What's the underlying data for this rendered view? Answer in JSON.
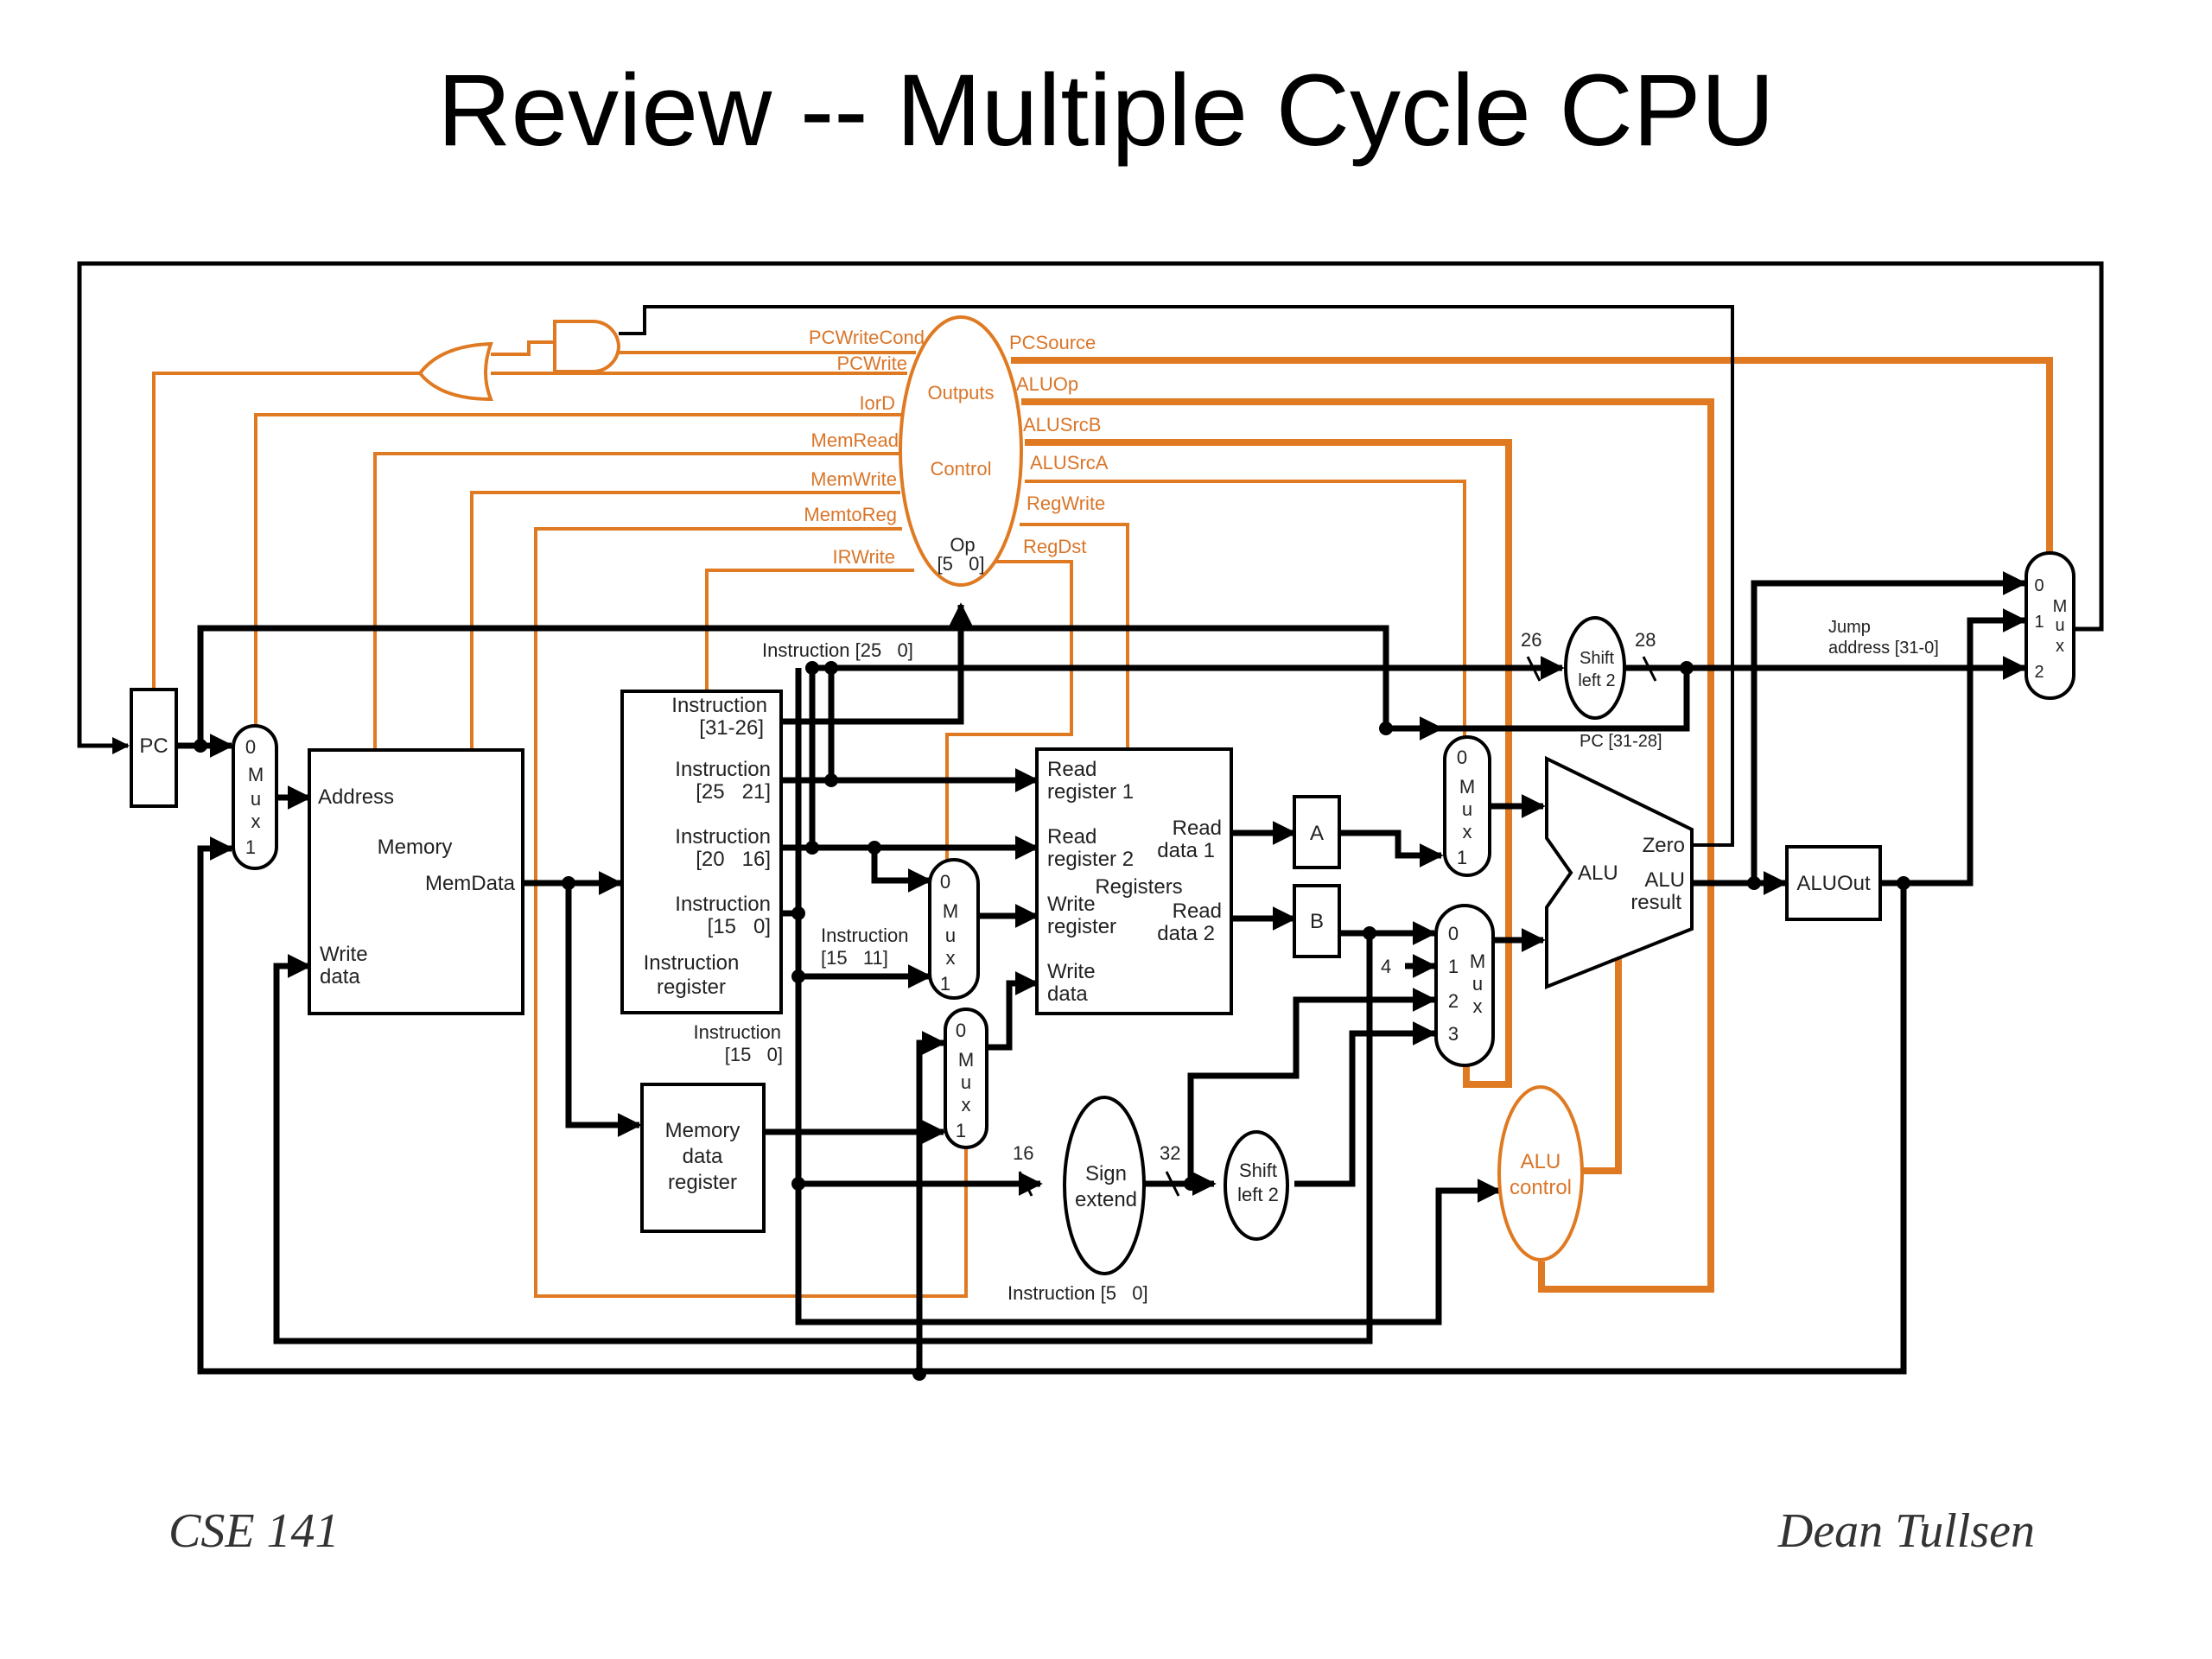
{
  "slide": {
    "title": "Review -- Multiple Cycle CPU",
    "footer_left": "CSE 141",
    "footer_right": "Dean Tullsen"
  },
  "colors": {
    "datapath": "#000000",
    "control": "#e07a22",
    "control_text": "#d9762a"
  },
  "control_unit": {
    "label_top": "Outputs",
    "label_mid": "Control",
    "op_label": "Op",
    "op_bits": "[5   0]",
    "left_signals": [
      "PCWriteCond",
      "PCWrite",
      "IorD",
      "MemRead",
      "MemWrite",
      "MemtoReg",
      "IRWrite"
    ],
    "right_signals": [
      "PCSource",
      "ALUOp",
      "ALUSrcB",
      "ALUSrcA",
      "RegWrite",
      "RegDst"
    ]
  },
  "blocks": {
    "pc": "PC",
    "memory": {
      "address": "Address",
      "name": "Memory",
      "memdata": "MemData",
      "write_data_1": "Write",
      "write_data_2": "data"
    },
    "instruction_register": {
      "f1a": "Instruction",
      "f1b": "[31-26]",
      "f2a": "Instruction",
      "f2b": "[25   21]",
      "f3a": "Instruction",
      "f3b": "[20   16]",
      "f4a": "Instruction",
      "f4b": "[15   0]",
      "name1": "Instruction",
      "name2": "register"
    },
    "memory_data_register": [
      "Memory",
      "data",
      "register"
    ],
    "registers": {
      "rr1a": "Read",
      "rr1b": "register 1",
      "rr2a": "Read",
      "rr2b": "register 2",
      "wra": "Write",
      "wrb": "register",
      "wda": "Write",
      "wdb": "data",
      "rd1a": "Read",
      "rd1b": "data 1",
      "rd2a": "Read",
      "rd2b": "data 2",
      "name": "Registers"
    },
    "reg_a": "A",
    "reg_b": "B",
    "alu": {
      "name": "ALU",
      "zero": "Zero",
      "result1": "ALU",
      "result2": "result"
    },
    "aluout": "ALUOut",
    "alu_control": [
      "ALU",
      "control"
    ],
    "sign_extend": [
      "Sign",
      "extend"
    ],
    "shift_left_2_lower": [
      "Shift",
      "left 2"
    ],
    "shift_left_2_upper": [
      "Shift",
      "left 2"
    ]
  },
  "mux": {
    "letters": [
      "M",
      "u",
      "x"
    ],
    "in0": "0",
    "in1": "1",
    "in2": "2",
    "in3": "3"
  },
  "wire_labels": {
    "instr_25_0": "Instruction [25   0]",
    "instr_15_11_a": "Instruction",
    "instr_15_11_b": "[15   11]",
    "instr_15_0_a": "Instruction",
    "instr_15_0_b": "[15   0]",
    "instr_5_0": "Instruction [5   0]",
    "bits_26": "26",
    "bits_28": "28",
    "bits_16": "16",
    "bits_32": "32",
    "const_4": "4",
    "pc_31_28": "PC [31-28]",
    "jump_a": "Jump",
    "jump_b": "address [31-0]"
  }
}
